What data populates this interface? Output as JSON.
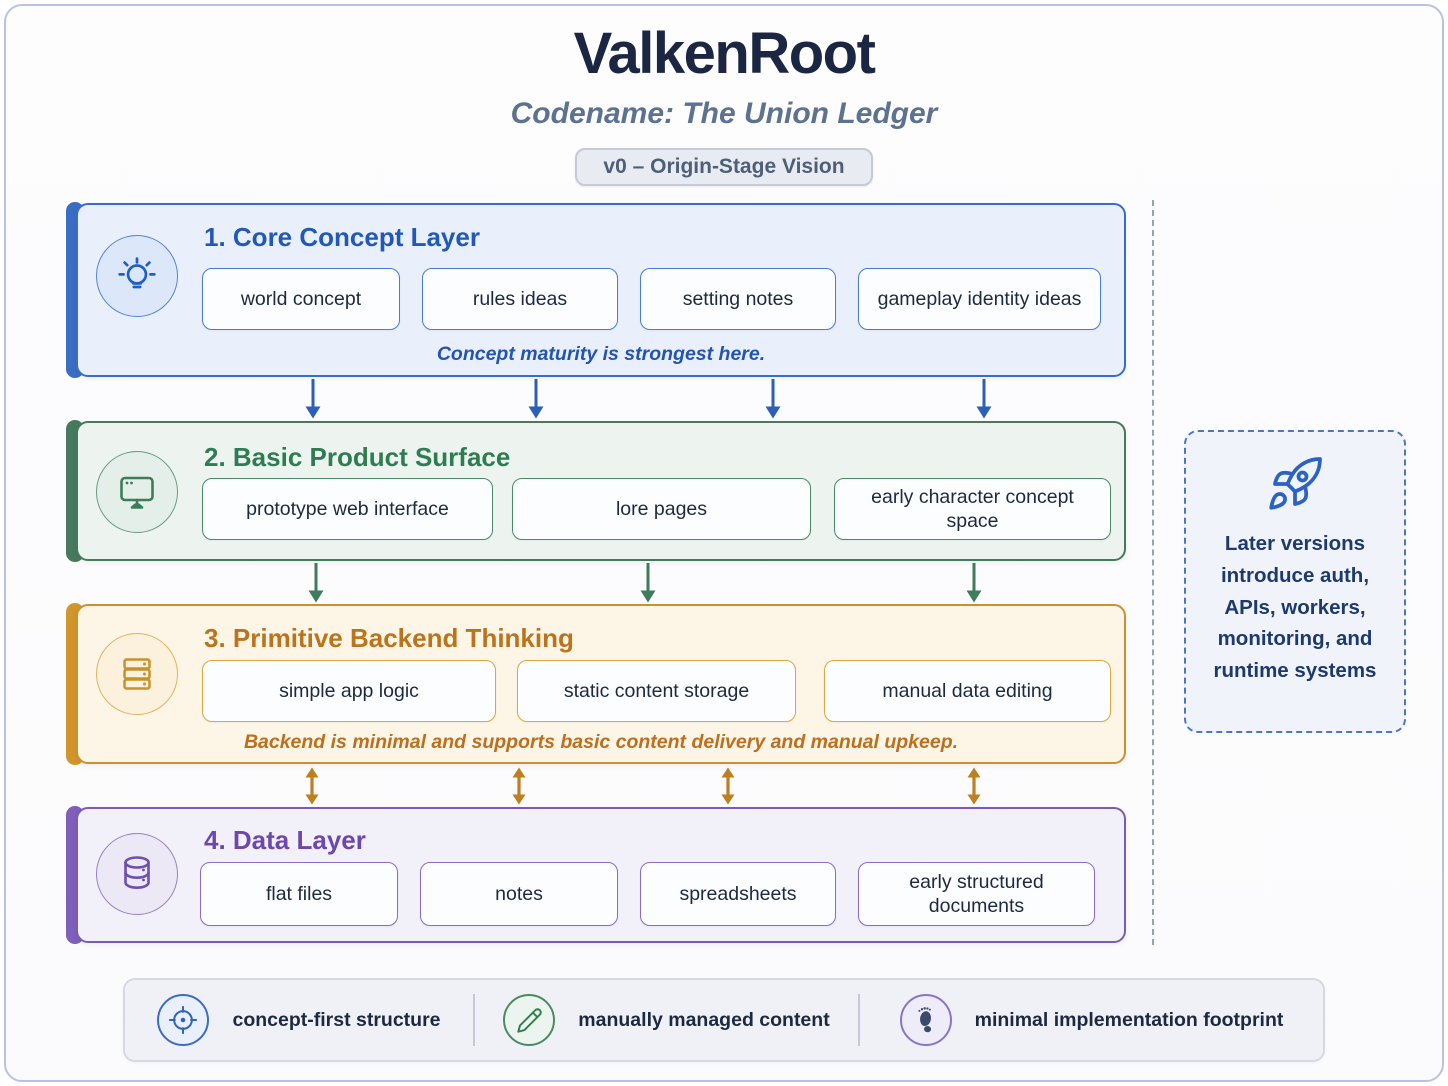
{
  "header": {
    "title": "ValkenRoot",
    "subtitle": "Codename: The Union Ledger",
    "version_badge": "v0 – Origin-Stage Vision"
  },
  "layers": [
    {
      "title": "1. Core Concept Layer",
      "icon": "lightbulb-icon",
      "accent": "#2b62c0",
      "chips": [
        "world concept",
        "rules ideas",
        "setting notes",
        "gameplay identity ideas"
      ],
      "caption": "Concept maturity is strongest here."
    },
    {
      "title": "2. Basic Product Surface",
      "icon": "monitor-icon",
      "accent": "#3f7d5a",
      "chips": [
        "prototype web interface",
        "lore pages",
        "early character concept space"
      ]
    },
    {
      "title": "3. Primitive Backend Thinking",
      "icon": "server-icon",
      "accent": "#c8912c",
      "chips": [
        "simple app logic",
        "static content storage",
        "manual data editing"
      ],
      "caption": "Backend is minimal and supports basic content delivery and manual upkeep."
    },
    {
      "title": "4. Data Layer",
      "icon": "database-icon",
      "accent": "#7a5cb5",
      "chips": [
        "flat files",
        "notes",
        "spreadsheets",
        "early structured documents"
      ]
    }
  ],
  "side_note": {
    "icon": "rocket-icon",
    "text": "Later versions introduce auth, APIs, workers, monitoring, and runtime systems"
  },
  "footer": {
    "items": [
      {
        "icon": "target-icon",
        "label": "concept-first structure"
      },
      {
        "icon": "pencil-icon",
        "label": "manually managed content"
      },
      {
        "icon": "footprint-icon",
        "label": "minimal implementation footprint"
      }
    ]
  }
}
